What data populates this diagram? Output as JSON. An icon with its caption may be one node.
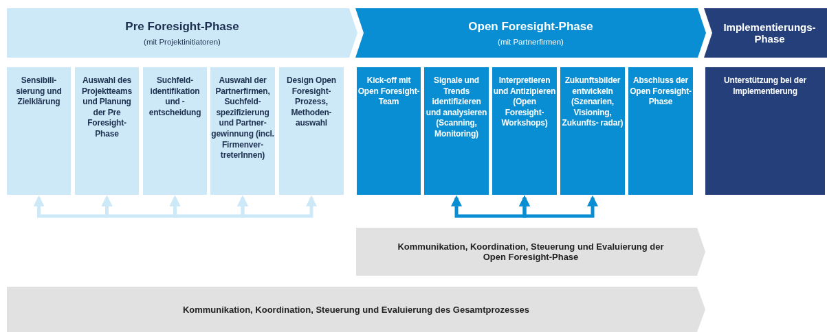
{
  "diagram": {
    "nodes": [
      {
        "text": [
          "Pre Foresight-Phase",
          "(mit Projektinitiatoren)"
        ]
      },
      {
        "text": [
          "Open Foresight-Phase",
          "(mit Partnerfirmen)"
        ]
      },
      {
        "text": [
          "Implementierungs- Phase"
        ]
      },
      {
        "text": [
          "Sensibili- sierung und Zielklärung"
        ]
      },
      {
        "text": [
          "Auswahl des Projektteams und Planung der Pre Foresight- Phase"
        ]
      },
      {
        "text": [
          "Suchfeld- identifikation und -entscheidung"
        ]
      },
      {
        "text": [
          "Auswahl der Partnerfirmen, Suchfeld- spezifizierung und Partner- gewinnung (incl. Firmenver- treterInnen)"
        ]
      },
      {
        "text": [
          "Design Open Foresight- Prozess, Methoden- auswahl"
        ]
      },
      {
        "text": [
          "Kick-off mit Open Foresight- Team"
        ]
      },
      {
        "text": [
          "Signale und Trends identifizieren und analysieren (Scanning, Monitoring)"
        ]
      },
      {
        "text": [
          "Interpretieren und Antizipieren (Open Foresight- Workshops)"
        ]
      },
      {
        "text": [
          "Zukunftsbilder entwickeln (Szenarien, Visioning, Zukunfts- radar)"
        ]
      },
      {
        "text": [
          "Abschluss der Open Foresight- Phase"
        ]
      },
      {
        "text": [
          "Unterstützung bei der Implementierung"
        ]
      },
      {
        "text": [
          "Kommunikation, Koordination, Steuerung und Evaluierung der Open Foresight-Phase"
        ]
      },
      {
        "text": [
          "Kommunikation, Koordination, Steuerung und Evaluierung des Gesamtprozesses"
        ]
      }
    ],
    "edges": [
      {
        "from": 3,
        "to": 4,
        "arrow": "both"
      },
      {
        "from": 4,
        "to": 5,
        "arrow": "both"
      },
      {
        "from": 5,
        "to": 6,
        "arrow": "both"
      },
      {
        "from": 6,
        "to": 7,
        "arrow": "both"
      },
      {
        "from": 9,
        "to": 10,
        "arrow": "both",
        "color": "#0a8ed3"
      },
      {
        "from": 10,
        "to": 11,
        "arrow": "both",
        "color": "#0a8ed3"
      }
    ]
  }
}
